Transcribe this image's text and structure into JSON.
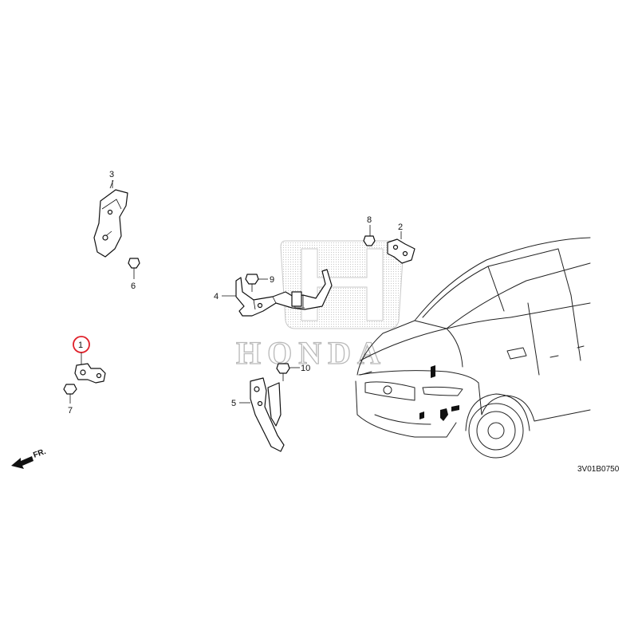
{
  "diagram": {
    "callouts": [
      {
        "id": "1",
        "label": "1",
        "highlighted": true
      },
      {
        "id": "2",
        "label": "2"
      },
      {
        "id": "3",
        "label": "3"
      },
      {
        "id": "4",
        "label": "4"
      },
      {
        "id": "5",
        "label": "5"
      },
      {
        "id": "6",
        "label": "6"
      },
      {
        "id": "7",
        "label": "7"
      },
      {
        "id": "8",
        "label": "8"
      },
      {
        "id": "9",
        "label": "9"
      },
      {
        "id": "10",
        "label": "10"
      }
    ],
    "direction_label": "FR.",
    "diagram_code": "3V01B0750",
    "watermark_text": "HONDA",
    "highlight_color": "#e0202a"
  }
}
